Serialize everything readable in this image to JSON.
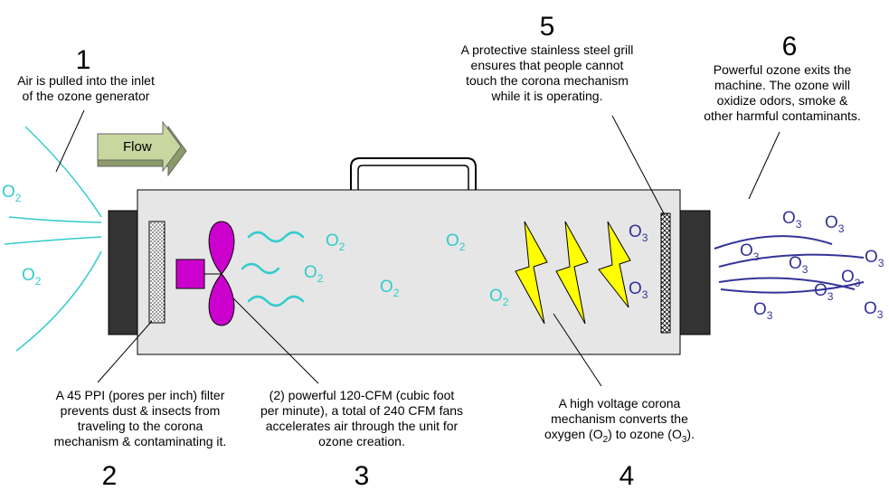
{
  "flow_label": "Flow",
  "oxygen_label": "O",
  "oxygen_sub": "2",
  "ozone_label": "O",
  "ozone_sub": "3",
  "steps": [
    {
      "number": "1",
      "lines": [
        "Air is pulled into the inlet",
        "of the ozone generator"
      ]
    },
    {
      "number": "2",
      "lines": [
        "A 45 PPI (pores per inch) filter",
        "prevents dust & insects from",
        "traveling to the corona",
        "mechanism & contaminating it."
      ]
    },
    {
      "number": "3",
      "lines": [
        "(2) powerful 120-CFM (cubic foot",
        "per minute), a total of 240 CFM fans",
        "accelerates air through the unit for",
        "ozone creation."
      ]
    },
    {
      "number": "4",
      "lines": [
        "A high voltage corona",
        "mechanism converts the"
      ],
      "last_line": {
        "a": "oxygen (O",
        "b": "2",
        "c": ") to ozone (O",
        "d": "3",
        "e": ")."
      }
    },
    {
      "number": "5",
      "lines": [
        "A protective stainless steel grill",
        "ensures that people cannot",
        "touch the corona mechanism",
        "while it is operating."
      ]
    },
    {
      "number": "6",
      "lines": [
        "Powerful ozone exits the",
        "machine.  The ozone will",
        "oxidize odors, smoke &",
        "other harmful contaminants."
      ]
    }
  ],
  "colors": {
    "oxygen": "#33cccc",
    "ozone": "#333399",
    "fan": "#cc00cc",
    "bolt": "#ffff00",
    "housing": "#e6e6e6",
    "flow_arrow": "#c8d6a0"
  }
}
